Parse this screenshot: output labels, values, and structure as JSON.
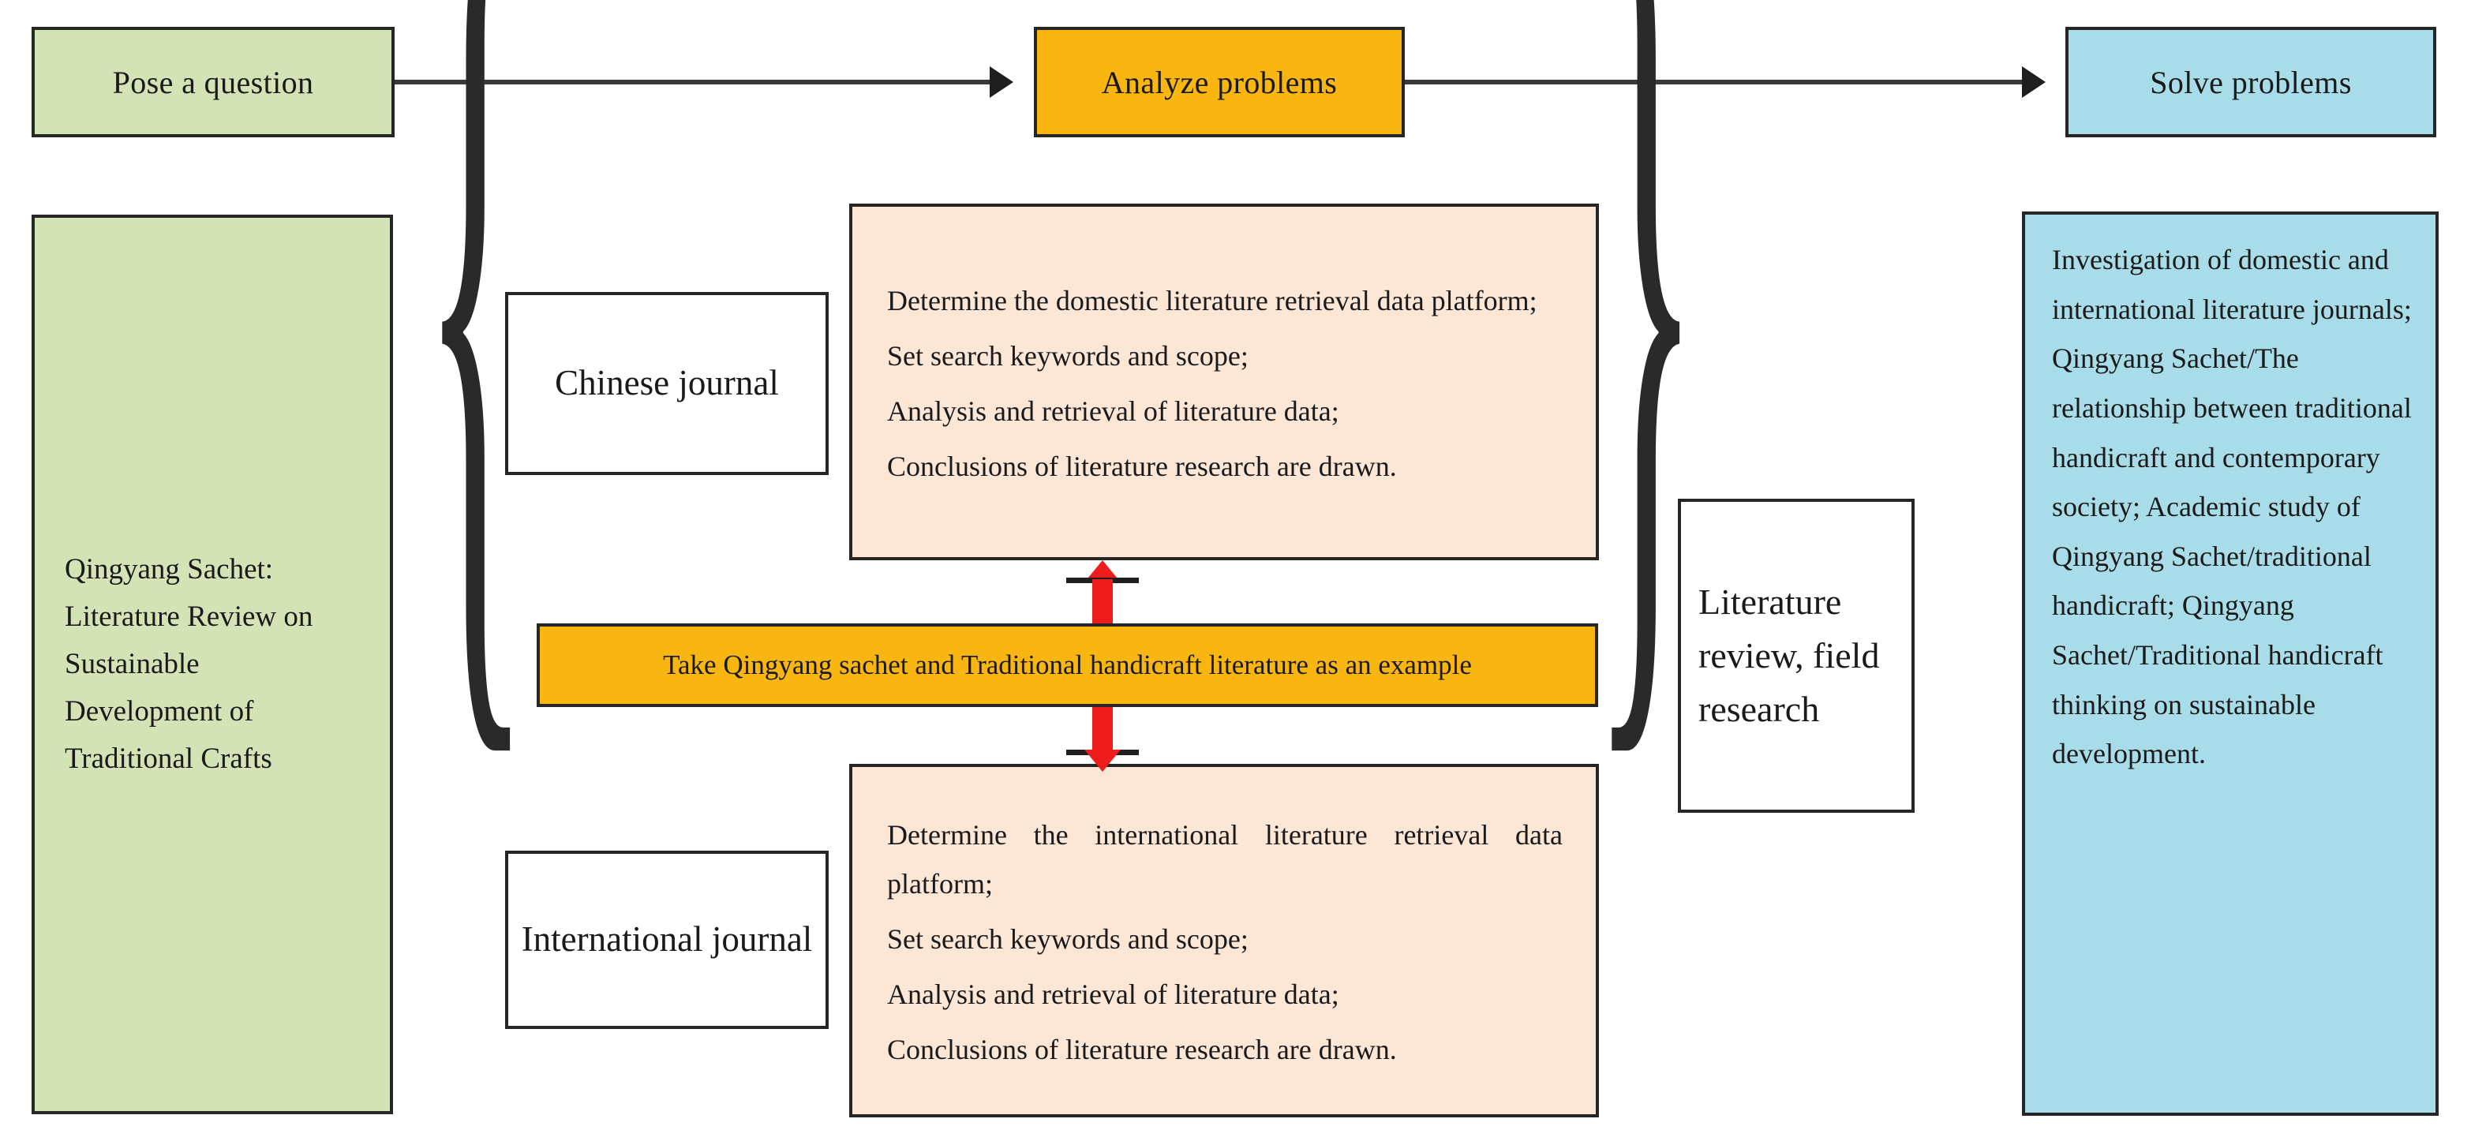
{
  "flow": {
    "steps": [
      {
        "label": "Pose a question",
        "color": "#d4e3b5"
      },
      {
        "label": "Analyze problems",
        "color": "#f9b610"
      },
      {
        "label": "Solve problems",
        "color": "#a8dce8"
      }
    ]
  },
  "left_panel": {
    "title": "Qingyang Sachet: Literature Review on Sustainable Development of Traditional Crafts",
    "color": "#d4e3b5"
  },
  "braces": {
    "left": "{",
    "right": "}"
  },
  "journals": {
    "chinese": "Chinese journal",
    "international": "International journal"
  },
  "domestic_steps": {
    "line1": "Determine the domestic literature retrieval data platform;",
    "line2": "Set search keywords and scope;",
    "line3": "Analysis and retrieval of literature data;",
    "line4": "Conclusions of literature research are drawn."
  },
  "international_steps": {
    "line1": "Determine the international literature retrieval data platform;",
    "line2": "Set search keywords and scope;",
    "line3": "Analysis and retrieval of literature data;",
    "line4": "Conclusions of literature research are drawn."
  },
  "example_bar": {
    "label": "Take Qingyang sachet and Traditional handicraft literature as an example",
    "color": "#f9b610"
  },
  "method_box": {
    "label": "Literature review, field research"
  },
  "outcomes": {
    "text": "Investigation of domestic and international literature journals; Qingyang Sachet/The relationship between traditional handicraft and contemporary society; Academic study of Qingyang Sachet/traditional handicraft; Qingyang Sachet/Traditional handicraft thinking on sustainable development.",
    "color": "#a8dce8"
  },
  "arrows": {
    "red_color": "#ee1c1c",
    "black_color": "#3a3a3a"
  }
}
